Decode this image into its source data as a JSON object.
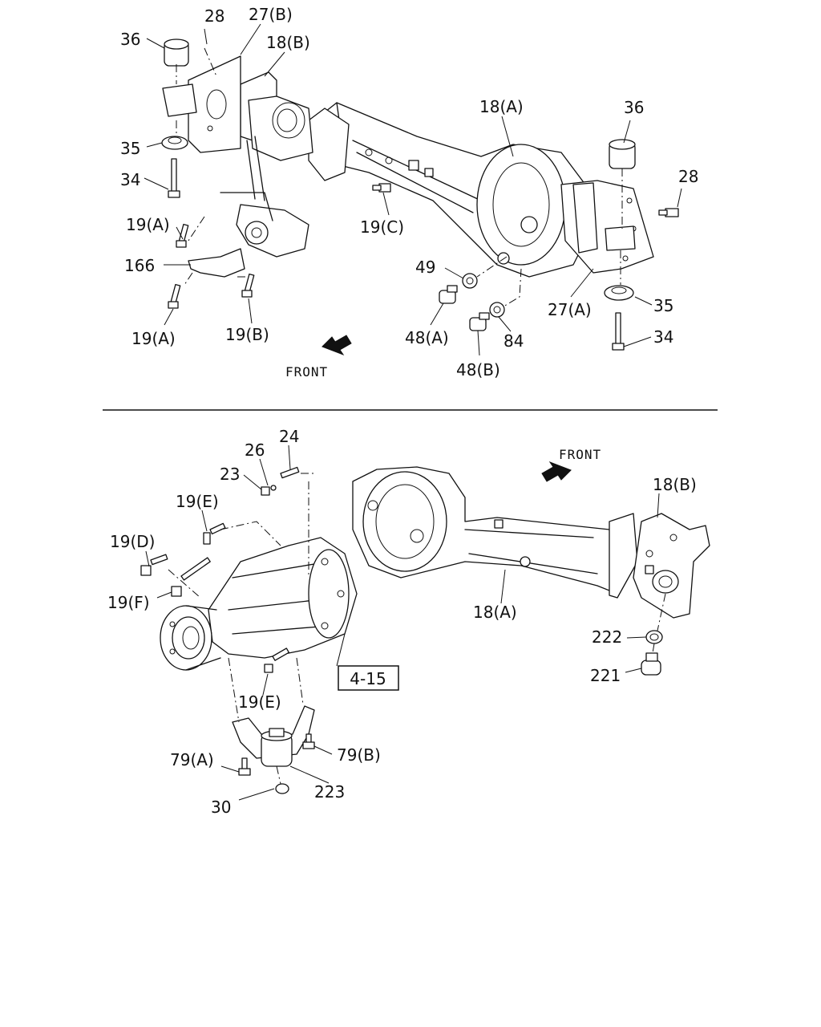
{
  "upper_view": {
    "labels": {
      "l28a": "28",
      "l27b": "27(B)",
      "l18b": "18(B)",
      "l36a": "36",
      "l18a": "18(A)",
      "l36b": "36",
      "l35a": "35",
      "l34a": "34",
      "l28b": "28",
      "l19a1": "19(A)",
      "l19c": "19(C)",
      "l166": "166",
      "l49": "49",
      "l27a": "27(A)",
      "l35b": "35",
      "l19a2": "19(A)",
      "l19b": "19(B)",
      "l48a": "48(A)",
      "l84": "84",
      "l34b": "34",
      "l48b": "48(B)"
    },
    "front_label": "FRONT"
  },
  "lower_view": {
    "labels": {
      "l24": "24",
      "l26": "26",
      "l23": "23",
      "l19e1": "19(E)",
      "l18b": "18(B)",
      "l19d": "19(D)",
      "l19f": "19(F)",
      "l18a": "18(A)",
      "l222": "222",
      "l221": "221",
      "l19e2": "19(E)",
      "l79a": "79(A)",
      "l79b": "79(B)",
      "l223": "223",
      "l30": "30"
    },
    "front_label": "FRONT",
    "reference_box": "4-15"
  },
  "icons": [
    "front-arrow-icon",
    "front-arrow-icon"
  ]
}
